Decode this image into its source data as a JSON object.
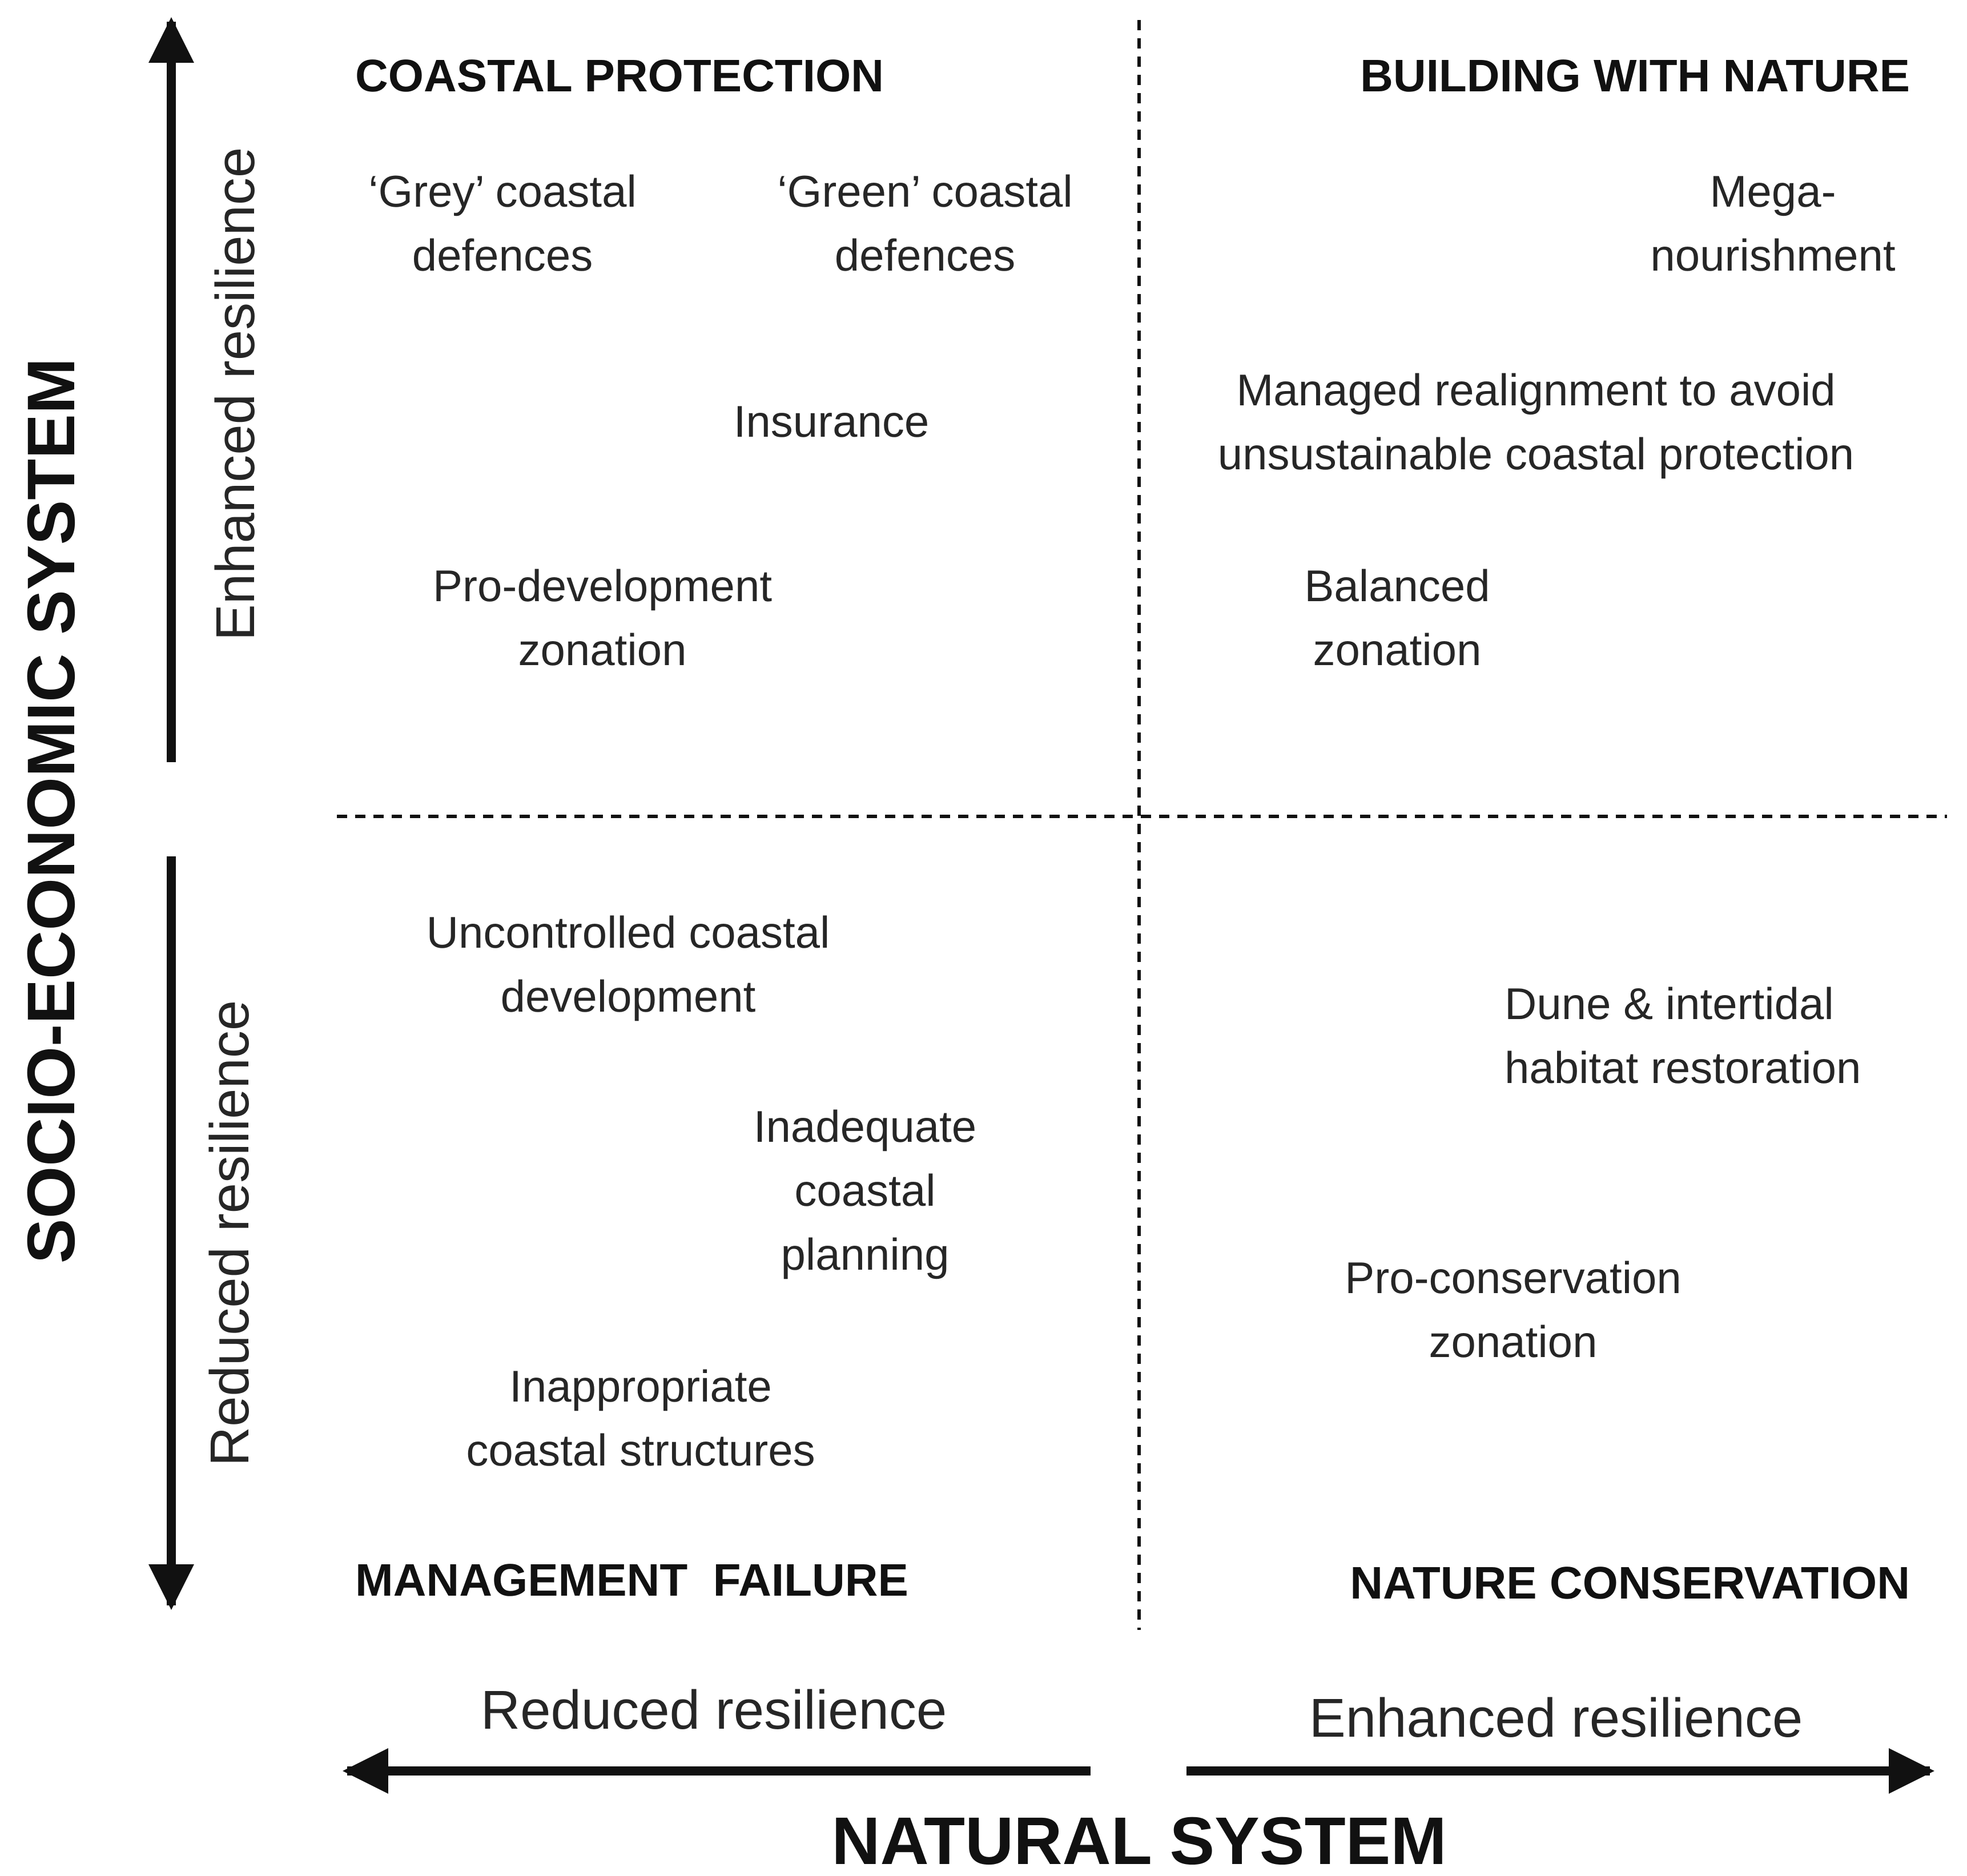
{
  "quadrants": {
    "top_left": "COASTAL PROTECTION",
    "top_right": "BUILDING WITH NATURE",
    "bottom_left": "MANAGEMENT  FAILURE",
    "bottom_right": "NATURE CONSERVATION"
  },
  "items": {
    "grey_defences": [
      "‘Grey’ coastal",
      "defences"
    ],
    "green_defences": [
      "‘Green’ coastal",
      "defences"
    ],
    "insurance": [
      "Insurance"
    ],
    "pro_development_zonation": [
      "Pro-development",
      "zonation"
    ],
    "mega_nourishment": [
      "Mega-",
      "nourishment"
    ],
    "managed_realignment": [
      "Managed realignment to avoid",
      "unsustainable coastal protection"
    ],
    "balanced_zonation": [
      "Balanced",
      "zonation"
    ],
    "uncontrolled_development": [
      "Uncontrolled coastal",
      "development"
    ],
    "inadequate_planning": [
      "Inadequate",
      "coastal",
      "planning"
    ],
    "inappropriate_structures": [
      "Inappropriate",
      "coastal structures"
    ],
    "dune_restoration": [
      "Dune & intertidal",
      "habitat restoration"
    ],
    "pro_conservation_zonation": [
      "Pro-conservation",
      "zonation"
    ]
  },
  "axes": {
    "vertical_title": "SOCIO-ECONOMIC SYSTEM",
    "vertical_upper": "Enhanced resilience",
    "vertical_lower": "Reduced resilience",
    "horizontal_title": "NATURAL SYSTEM",
    "horizontal_left": "Reduced resilience",
    "horizontal_right": "Enhanced resilience"
  }
}
